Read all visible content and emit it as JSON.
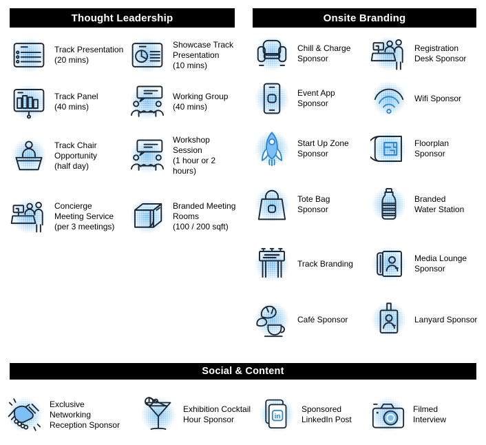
{
  "colors": {
    "header_bg": "#000000",
    "header_text": "#ffffff",
    "icon_line": "#1c2833",
    "icon_blue_stroke": "#2e86d0",
    "icon_blue_fill": "#7cc0f5",
    "glow": "#8ccaf8"
  },
  "sections": {
    "thought_leadership": {
      "title": "Thought Leadership",
      "items": [
        {
          "icon": "presentation-slide-icon",
          "lines": [
            "Track Presentation",
            "(20 mins)"
          ]
        },
        {
          "icon": "pie-chart-slide-icon",
          "lines": [
            "Showcase Track",
            "Presentation",
            "(10 mins)"
          ]
        },
        {
          "icon": "bar-chart-board-icon",
          "lines": [
            "Track Panel",
            "(40 mins)"
          ]
        },
        {
          "icon": "group-discussion-icon",
          "lines": [
            "Working Group",
            "(40 mins)"
          ]
        },
        {
          "icon": "podium-speaker-icon",
          "lines": [
            "Track Chair",
            "Opportunity",
            "(half day)"
          ]
        },
        {
          "icon": "group-discussion-icon",
          "lines": [
            "Workshop Session",
            "(1 hour or 2 hours)"
          ]
        },
        {
          "icon": "service-desk-icon",
          "lines": [
            "Concierge",
            "Meeting Service",
            "(per 3 meetings)"
          ]
        },
        {
          "icon": "meeting-room-icon",
          "lines": [
            "Branded Meeting",
            "Rooms",
            "(100 / 200 sqft)"
          ]
        }
      ]
    },
    "onsite_branding": {
      "title": "Onsite Branding",
      "items": [
        {
          "icon": "armchair-icon",
          "lines": [
            "Chill & Charge",
            "Sponsor"
          ]
        },
        {
          "icon": "service-desk-icon",
          "lines": [
            "Registration",
            "Desk Sponsor"
          ]
        },
        {
          "icon": "smartphone-icon",
          "lines": [
            "Event App",
            "Sponsor"
          ]
        },
        {
          "icon": "wifi-icon",
          "lines": [
            "Wifi Sponsor"
          ]
        },
        {
          "icon": "rocket-icon",
          "lines": [
            "Start Up Zone",
            "Sponsor"
          ]
        },
        {
          "icon": "floorplan-icon",
          "lines": [
            "Floorplan",
            "Sponsor"
          ]
        },
        {
          "icon": "tote-bag-icon",
          "lines": [
            "Tote Bag",
            "Sponsor"
          ]
        },
        {
          "icon": "water-bottle-icon",
          "lines": [
            "Branded",
            "Water Station"
          ]
        },
        {
          "icon": "banner-icon",
          "lines": [
            "Track Branding"
          ]
        },
        {
          "icon": "media-lounge-icon",
          "lines": [
            "Media Lounge",
            "Sponsor"
          ]
        },
        {
          "icon": "cafe-icon",
          "lines": [
            "Café Sponsor"
          ]
        },
        {
          "icon": "lanyard-icon",
          "lines": [
            "Lanyard Sponsor"
          ]
        }
      ]
    },
    "social_content": {
      "title": "Social & Content",
      "items": [
        {
          "icon": "handshake-icon",
          "lines": [
            "Exclusive",
            "Networking",
            "Reception Sponsor"
          ]
        },
        {
          "icon": "cocktail-icon",
          "lines": [
            "Exhibition Cocktail",
            "Hour Sponsor"
          ]
        },
        {
          "icon": "linkedin-icon",
          "lines": [
            "Sponsored",
            "LinkedIn Post"
          ]
        },
        {
          "icon": "camera-icon",
          "lines": [
            "Filmed",
            "Interview"
          ]
        }
      ]
    }
  },
  "linkedin": {
    "logo_text": "in"
  }
}
